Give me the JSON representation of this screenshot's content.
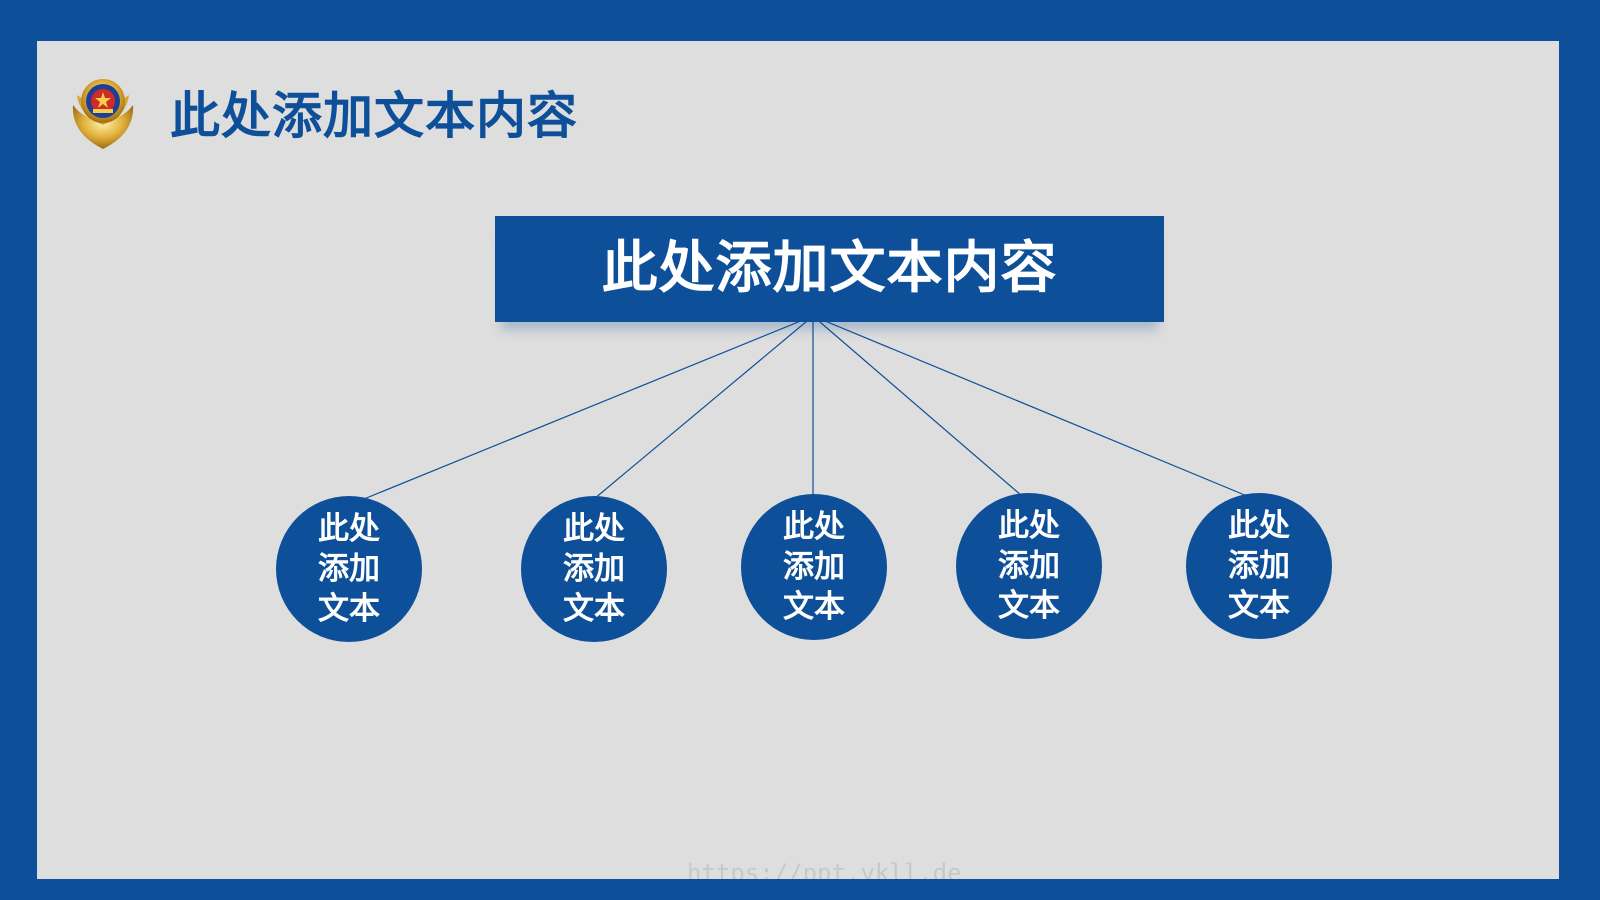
{
  "header": {
    "title": "此处添加文本内容",
    "emblem_icon": "police-emblem-icon"
  },
  "diagram": {
    "root": {
      "label": "此处添加文本内容"
    },
    "children": [
      {
        "label": "此处添加文本"
      },
      {
        "label": "此处添加文本"
      },
      {
        "label": "此处添加文本"
      },
      {
        "label": "此处添加文本"
      },
      {
        "label": "此处添加文本"
      }
    ]
  },
  "watermark": "https://ppt.ykll.de",
  "colors": {
    "primary_blue": "#0d4f98",
    "canvas_gray": "#dedede",
    "text_white": "#ffffff"
  }
}
